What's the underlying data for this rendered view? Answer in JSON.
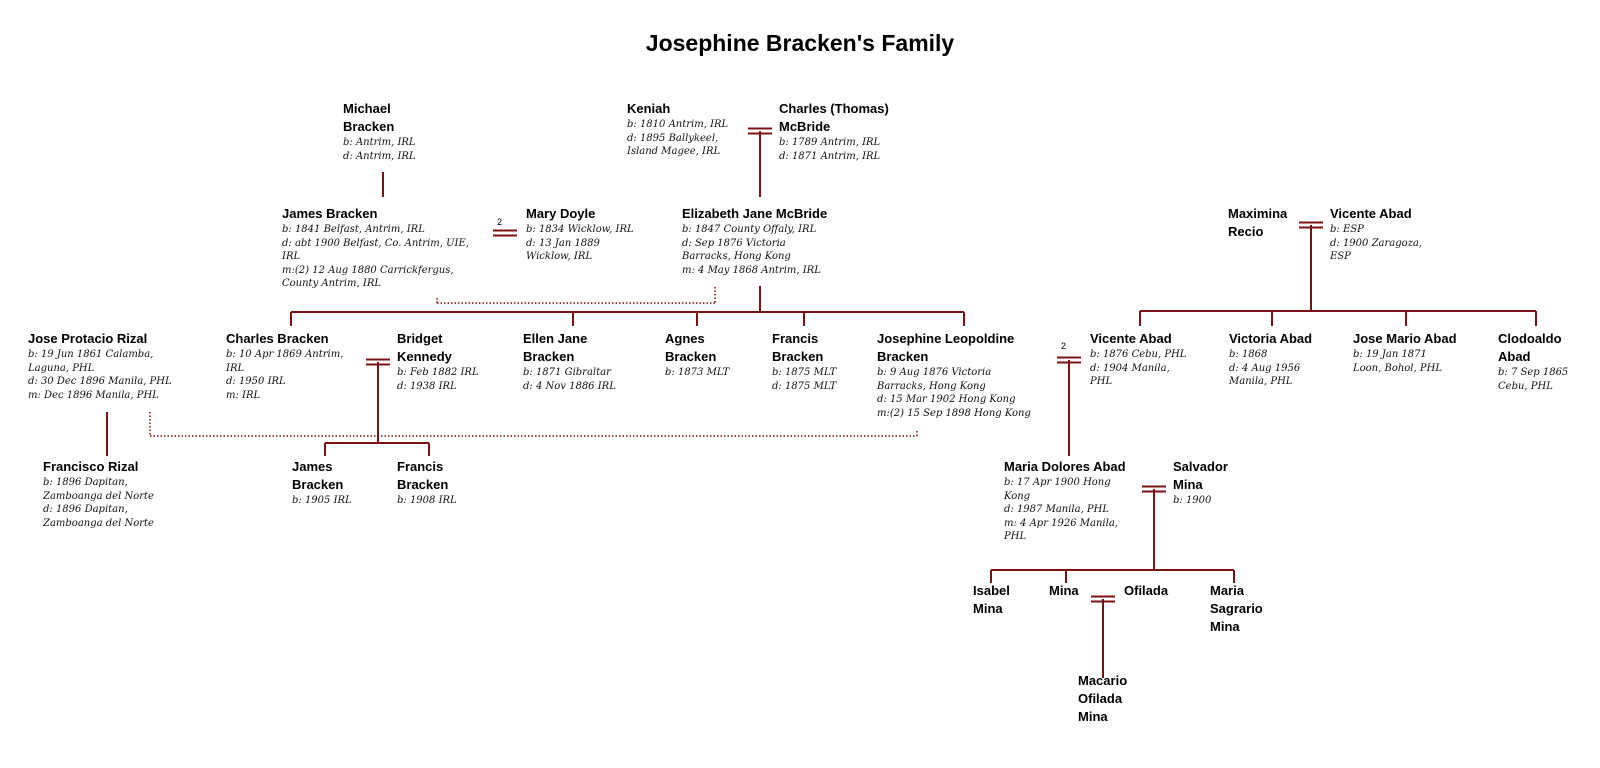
{
  "title": "Josephine Bracken's Family",
  "line_color": "#7b1113",
  "marriage_marks": {
    "james_mary": "2",
    "vicente_josephine": "2"
  },
  "persons": {
    "michael": {
      "name": [
        "Michael",
        "Bracken"
      ],
      "facts": [
        "b: Antrim, IRL",
        "d: Antrim, IRL"
      ]
    },
    "keniah": {
      "name": [
        "Keniah"
      ],
      "facts": [
        "b: 1810 Antrim, IRL",
        "d: 1895 Ballykeel,",
        "Island Magee, IRL"
      ]
    },
    "charles_mcbride": {
      "name": [
        "Charles (Thomas)",
        "McBride"
      ],
      "facts": [
        "b: 1789 Antrim, IRL",
        "d: 1871 Antrim, IRL"
      ]
    },
    "james": {
      "name": [
        "James Bracken"
      ],
      "facts": [
        "b: 1841 Belfast, Antrim, IRL",
        "d: abt 1900 Belfast, Co. Antrim, UIE,",
        " IRL",
        "m:(2) 12  Aug 1880 Carrickfergus,",
        "County Antrim, IRL"
      ]
    },
    "mary": {
      "name": [
        "Mary Doyle"
      ],
      "facts": [
        "b: 1834 Wicklow, IRL",
        "d: 13  Jan 1889",
        "Wicklow, IRL"
      ]
    },
    "elizabeth": {
      "name": [
        "Elizabeth Jane McBride"
      ],
      "facts": [
        "b: 1847 County Offaly, IRL",
        "d: Sep 1876 Victoria",
        "Barracks, Hong Kong",
        "m: 4  May 1868 Antrim, IRL"
      ]
    },
    "maximina": {
      "name": [
        "Maximina",
        "Recio"
      ],
      "facts": []
    },
    "vicente_sr": {
      "name": [
        "Vicente Abad"
      ],
      "facts": [
        "b: ESP",
        "d: 1900 Zaragoza,",
        " ESP"
      ]
    },
    "rizal": {
      "name": [
        "Jose Protacio Rizal"
      ],
      "facts": [
        "b: 19  Jun 1861 Calamba,",
        "Laguna, PHL",
        "d: 30  Dec 1896 Manila, PHL",
        "m: Dec 1896 Manila, PHL"
      ]
    },
    "charles_b": {
      "name": [
        "Charles Bracken"
      ],
      "facts": [
        "b: 10  Apr 1869 Antrim,",
        "IRL",
        "d: 1950 IRL",
        "m: IRL"
      ]
    },
    "bridget": {
      "name": [
        "Bridget",
        "Kennedy"
      ],
      "facts": [
        "b: Feb 1882 IRL",
        "d: 1938 IRL"
      ]
    },
    "ellen": {
      "name": [
        "Ellen Jane",
        "Bracken"
      ],
      "facts": [
        "b: 1871 Gibraltar",
        "d: 4  Nov 1886 IRL"
      ]
    },
    "agnes": {
      "name": [
        "Agnes",
        "Bracken"
      ],
      "facts": [
        "b: 1873 MLT"
      ]
    },
    "francis_1875": {
      "name": [
        "Francis",
        "Bracken"
      ],
      "facts": [
        "b: 1875 MLT",
        "d: 1875 MLT"
      ]
    },
    "josephine": {
      "name": [
        "Josephine Leopoldine",
        "Bracken"
      ],
      "facts": [
        "b: 9  Aug 1876 Victoria",
        "Barracks, Hong Kong",
        "d: 15  Mar 1902 Hong Kong",
        "m:(2) 15  Sep 1898 Hong Kong"
      ]
    },
    "vicente_jr": {
      "name": [
        "Vicente Abad"
      ],
      "facts": [
        "b: 1876 Cebu, PHL",
        "d: 1904 Manila,",
        "PHL"
      ]
    },
    "victoria": {
      "name": [
        "Victoria Abad"
      ],
      "facts": [
        "b: 1868",
        "d: 4  Aug 1956",
        "Manila, PHL"
      ]
    },
    "jose_mario": {
      "name": [
        "Jose Mario Abad"
      ],
      "facts": [
        "b: 19  Jan 1871",
        "Loon, Bohol, PHL"
      ]
    },
    "clodoaldo": {
      "name": [
        "Clodoaldo",
        "Abad"
      ],
      "facts": [
        "b: 7  Sep 1865",
        "Cebu, PHL"
      ]
    },
    "francisco": {
      "name": [
        "Francisco Rizal"
      ],
      "facts": [
        "b: 1896 Dapitan,",
        "Zamboanga del Norte",
        "d: 1896 Dapitan,",
        "Zamboanga del Norte"
      ]
    },
    "james_jr": {
      "name": [
        "James",
        "Bracken"
      ],
      "facts": [
        "b: 1905 IRL"
      ]
    },
    "francis_1908": {
      "name": [
        "Francis",
        "Bracken"
      ],
      "facts": [
        "b: 1908 IRL"
      ]
    },
    "maria_dolores": {
      "name": [
        "Maria Dolores Abad"
      ],
      "facts": [
        "b: 17  Apr 1900 Hong",
        "Kong",
        "d: 1987 Manila, PHL",
        "m: 4  Apr 1926 Manila,",
        "PHL"
      ]
    },
    "salvador": {
      "name": [
        "Salvador",
        "Mina"
      ],
      "facts": [
        "b: 1900"
      ]
    },
    "isabel": {
      "name": [
        "Isabel",
        "Mina"
      ],
      "facts": []
    },
    "mina": {
      "name": [
        "Mina"
      ],
      "facts": []
    },
    "ofilada": {
      "name": [
        "Ofilada"
      ],
      "facts": []
    },
    "maria_sagrario": {
      "name": [
        "Maria",
        "Sagrario",
        "Mina"
      ],
      "facts": []
    },
    "macario": {
      "name": [
        "Macario",
        "Ofilada",
        "Mina"
      ],
      "facts": []
    }
  }
}
